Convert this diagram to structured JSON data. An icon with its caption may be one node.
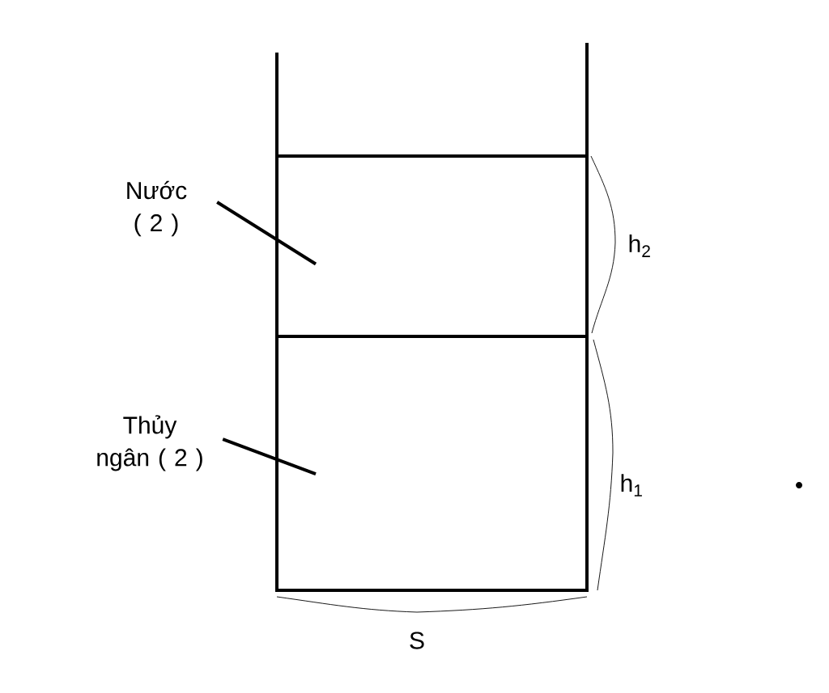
{
  "diagram": {
    "nodes": [
      {
        "text": [
          "Nước ( 2 )"
        ]
      },
      {
        "text": [
          "Thủy ngân ( 2 )"
        ]
      },
      {
        "text": [],
        "shape": "box"
      },
      {
        "text": [],
        "shape": "box"
      }
    ],
    "edges": [
      {
        "from": 0,
        "to": 2,
        "arrow": "none"
      },
      {
        "from": 1,
        "to": 3,
        "arrow": "none"
      }
    ],
    "labels": [
      "h$_{2}$",
      "h$_{1}$",
      "S"
    ]
  }
}
